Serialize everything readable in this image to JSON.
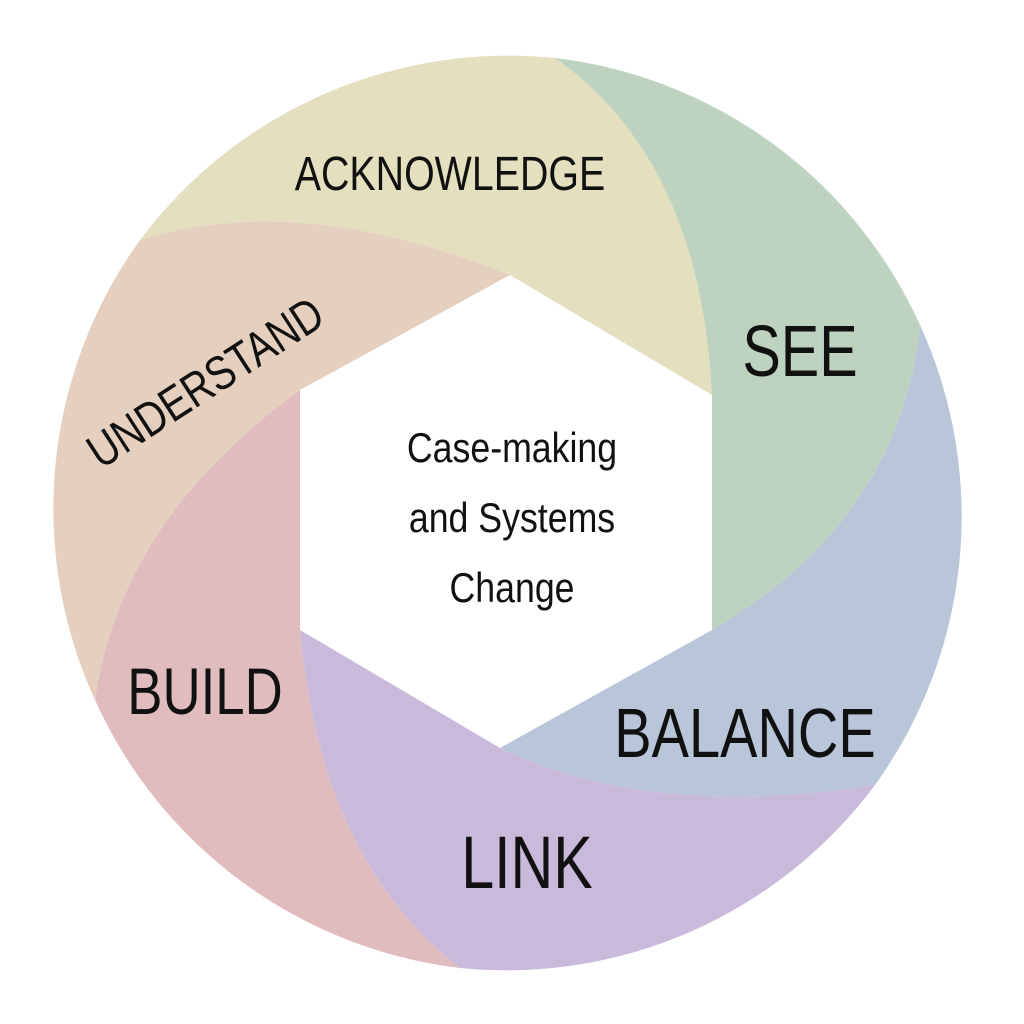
{
  "diagram": {
    "center_text": [
      "Case-making",
      "and Systems",
      "Change"
    ],
    "segments": [
      {
        "label": "ACKNOWLEDGE",
        "color": "#e3dfbf"
      },
      {
        "label": "SEE",
        "color": "#bed3bf"
      },
      {
        "label": "BALANCE",
        "color": "#b9c6da"
      },
      {
        "label": "LINK",
        "color": "#c9badb"
      },
      {
        "label": "BUILD",
        "color": "#e0bcbf"
      },
      {
        "label": "UNDERSTAND",
        "color": "#e5d0bf"
      }
    ]
  }
}
